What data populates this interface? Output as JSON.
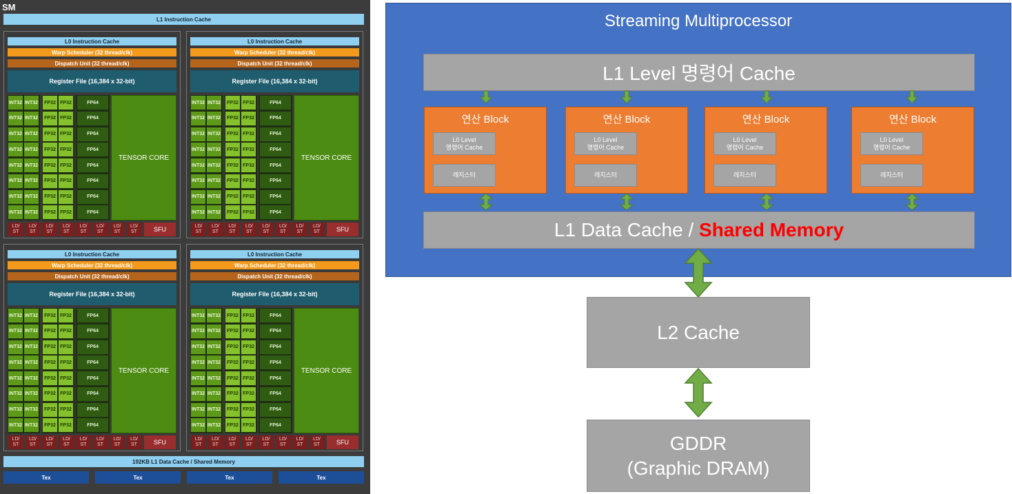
{
  "left_diagram": {
    "title": "SM",
    "l1_instruction_cache": "L1 Instruction Cache",
    "partition": {
      "l0_cache": "L0 Instruction Cache",
      "warp_scheduler": "Warp Scheduler (32 thread/clk)",
      "dispatch_unit": "Dispatch Unit (32 thread/clk)",
      "register_file": "Register File (16,384 x 32-bit)",
      "int32": "INT32",
      "fp32": "FP32",
      "fp64": "FP64",
      "tensor_core": "TENSOR CORE",
      "ldst": "LD/\nST",
      "sfu": "SFU",
      "rows": 8,
      "ldst_units": 8
    },
    "partition_count": 4,
    "l1_data_cache": "192KB L1 Data Cache / Shared Memory",
    "tex_units": [
      "Tex",
      "Tex",
      "Tex",
      "Tex"
    ]
  },
  "right_diagram": {
    "title": "Streaming Multiprocessor",
    "l1_instruction": "L1 Level 명령어 Cache",
    "blocks": [
      {
        "title": "연산 Block",
        "l0": "L0 Level\n명령어 Cache",
        "register": "레지스터"
      },
      {
        "title": "연산 Block",
        "l0": "L0 Level\n명령어 Cache",
        "register": "레지스터"
      },
      {
        "title": "연산 Block",
        "l0": "L0 Level\n명령어 Cache",
        "register": "레지스터"
      },
      {
        "title": "연산 Block",
        "l0": "L0 Level\n명령어 Cache",
        "register": "레지스터"
      }
    ],
    "l1_data_prefix": "L1 Data Cache / ",
    "l1_data_highlight": "Shared Memory",
    "l2": "L2 Cache",
    "gddr_line1": "GDDR",
    "gddr_line2": "(Graphic DRAM)"
  },
  "colors": {
    "sm_background": "#3c3c3c",
    "smp_blue": "#4472c4",
    "block_orange": "#ed7d31",
    "box_gray": "#a5a5a5",
    "arrow_green": "#70ad47",
    "highlight_red": "#ff0000"
  }
}
